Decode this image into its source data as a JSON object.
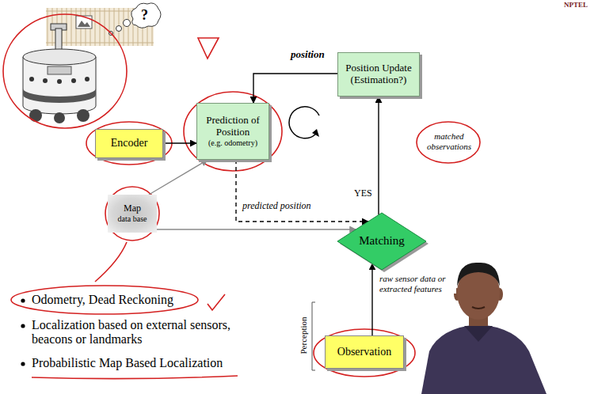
{
  "diagram": {
    "nodes": [
      {
        "text": [
          "Position Update (Estimation?)"
        ]
      },
      {
        "text": [
          "Prediction of Position",
          "(e.g. odometry)"
        ]
      },
      {
        "text": [
          "Encoder"
        ]
      },
      {
        "text": [
          "Map",
          "data base"
        ]
      },
      {
        "text": [
          "Matching"
        ]
      },
      {
        "text": [
          "Observation"
        ]
      }
    ],
    "edges": [
      {
        "from": 2,
        "to": 1,
        "arrow": "to"
      },
      {
        "from": 3,
        "to": 1,
        "arrow": "to"
      },
      {
        "from": 3,
        "to": 4,
        "arrow": "to"
      },
      {
        "from": 1,
        "to": 4,
        "label": "predicted position",
        "arrow": "to"
      },
      {
        "from": 4,
        "to": 0,
        "label": "YES",
        "arrow": "to"
      },
      {
        "from": 5,
        "to": 4,
        "label": "raw sensor data or extracted features",
        "arrow": "to"
      },
      {
        "from": 0,
        "to": 1,
        "label": "position",
        "arrow": "to"
      }
    ],
    "labels": [
      "NPTEL",
      "?",
      "matched observations",
      "Perception",
      "Odometry, Dead Reckoning",
      "Localization based on external sensors, beacons or landmarks",
      "Probabilistic Map Based Localization"
    ]
  }
}
